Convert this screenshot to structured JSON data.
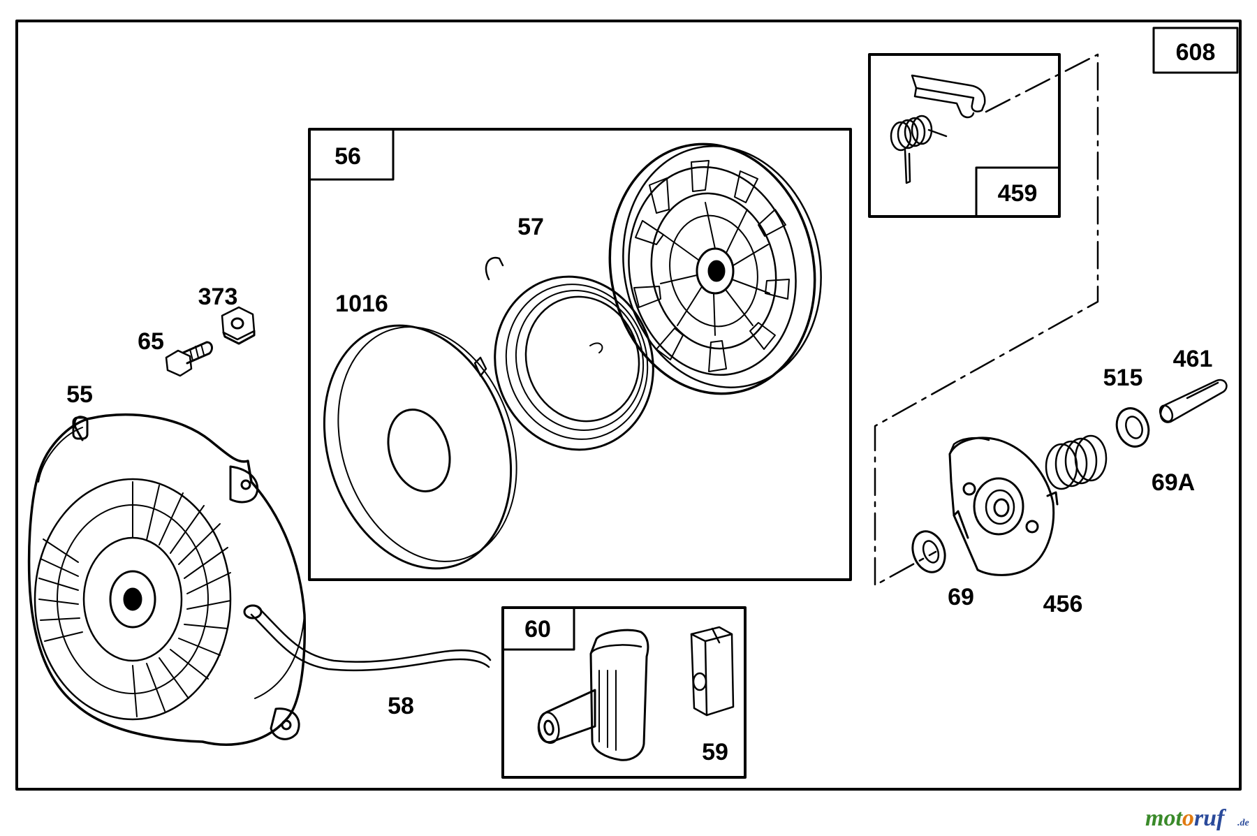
{
  "parts": {
    "p55": "55",
    "p56": "56",
    "p57": "57",
    "p58": "58",
    "p59": "59",
    "p60": "60",
    "p65": "65",
    "p69": "69",
    "p69a": "69A",
    "p373": "373",
    "p456": "456",
    "p459": "459",
    "p461": "461",
    "p515": "515",
    "p608": "608",
    "p1016": "1016"
  },
  "watermark": {
    "brand_pre": "mot",
    "brand_o": "o",
    "brand_post": "ruf",
    "tld": ".de",
    "colors": {
      "green": "#3a8a2a",
      "orange": "#e07a10",
      "blue": "#2a4a9a"
    }
  }
}
